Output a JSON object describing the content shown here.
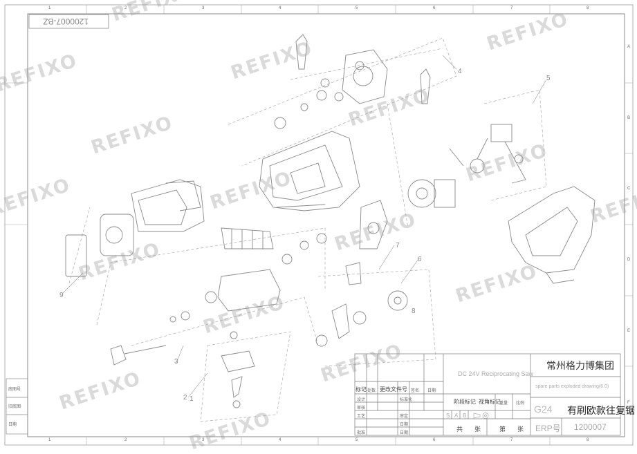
{
  "drawing_number_mirrored": "1200007-BZ",
  "watermark_text": "REFIXO",
  "grid": {
    "columns": [
      "1",
      "2",
      "3",
      "4",
      "5",
      "6",
      "7",
      "8"
    ],
    "rows": [
      "A",
      "B",
      "C",
      "D",
      "E",
      "F"
    ]
  },
  "callouts": [
    "1",
    "2",
    "3",
    "4",
    "5",
    "6",
    "7",
    "8",
    "9"
  ],
  "title_block": {
    "company": "常州格力博集团",
    "english_title": "DC 24V Reciprocating Saw",
    "drawing_type_en": "spare parts exploded drawing(6.0)",
    "chinese_title": "有刷欧款往复锯",
    "code_prefix_faint": "G24",
    "erp_label": "ERP号",
    "erp_number": "1200007",
    "mark_label": "标记",
    "count_label": "处数",
    "change_doc_label": "更改文件号",
    "sign_label": "签名",
    "date_label": "日期",
    "stage_label": "阶段标记",
    "view_label": "视角标记",
    "weight_label": "重量",
    "scale_label": "比例",
    "stage_letters": [
      "S",
      "A",
      "B"
    ],
    "total_label": "共",
    "sheet_label": "张",
    "number_label": "第",
    "sheet_label2": "张",
    "rows_left": [
      "设计",
      "审核",
      "工艺",
      "批准"
    ],
    "rows_mid": [
      "标准化",
      "审定",
      "日期",
      "日期"
    ]
  },
  "side_labels": [
    "底图号",
    "旧底图",
    "日期"
  ]
}
